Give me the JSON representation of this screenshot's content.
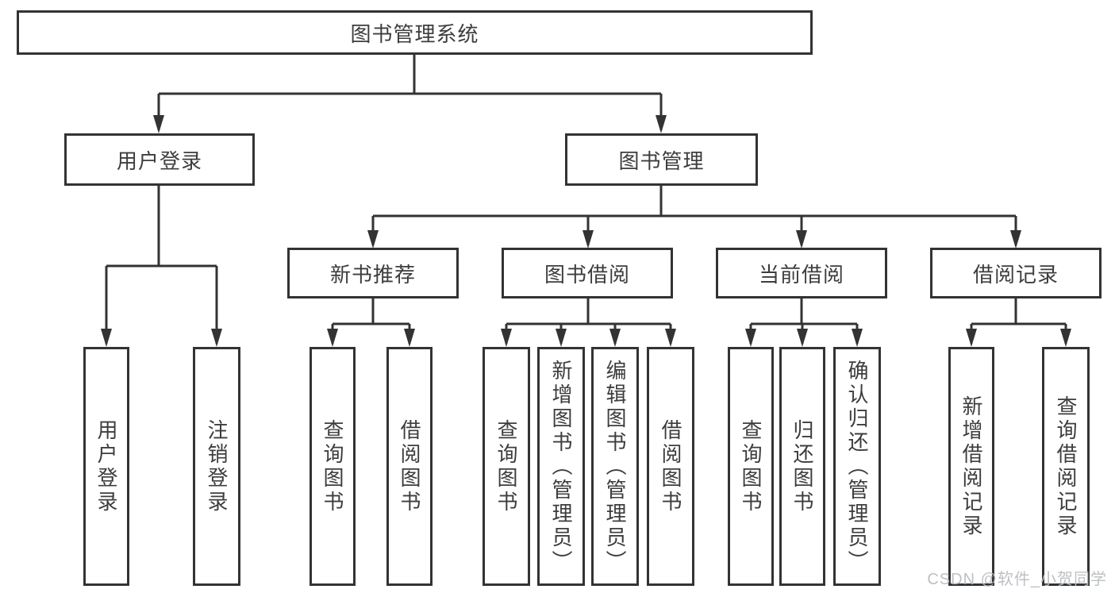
{
  "tree": {
    "root": {
      "label": "图书管理系统"
    },
    "children": [
      {
        "label": "用户登录",
        "children": [
          {
            "label": "用户登录"
          },
          {
            "label": "注销登录"
          }
        ]
      },
      {
        "label": "图书管理",
        "children": [
          {
            "label": "新书推荐",
            "children": [
              {
                "label": "查询图书"
              },
              {
                "label": "借阅图书"
              }
            ]
          },
          {
            "label": "图书借阅",
            "children": [
              {
                "label": "查询图书"
              },
              {
                "label": "新增图书（管理员）"
              },
              {
                "label": "编辑图书（管理员）"
              },
              {
                "label": "借阅图书"
              }
            ]
          },
          {
            "label": "当前借阅",
            "children": [
              {
                "label": "查询图书"
              },
              {
                "label": "归还图书"
              },
              {
                "label": "确认归还（管理员）"
              }
            ]
          },
          {
            "label": "借阅记录",
            "children": [
              {
                "label": "新增借阅记录"
              },
              {
                "label": "查询借阅记录"
              }
            ]
          }
        ]
      }
    ]
  },
  "watermark": {
    "text": "CSDN @软件_小贺同学"
  },
  "colors": {
    "line": "#333333",
    "box_border": "#333333",
    "text": "#3d3d3d",
    "watermark": "#b9bdc2",
    "background": "#ffffff"
  }
}
